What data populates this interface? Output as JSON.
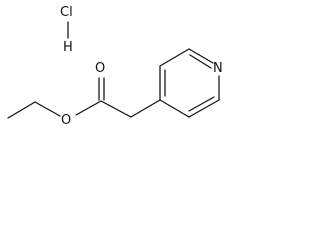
{
  "molecule": {
    "salt": {
      "chlorine": "Cl",
      "hydrogen": "H"
    },
    "atoms": {
      "carbonyl_oxygen": "O",
      "ester_oxygen": "O",
      "ring_nitrogen": "N"
    }
  },
  "colors": {
    "bond": "#111111",
    "label": "#111111",
    "background": "#ffffff"
  }
}
